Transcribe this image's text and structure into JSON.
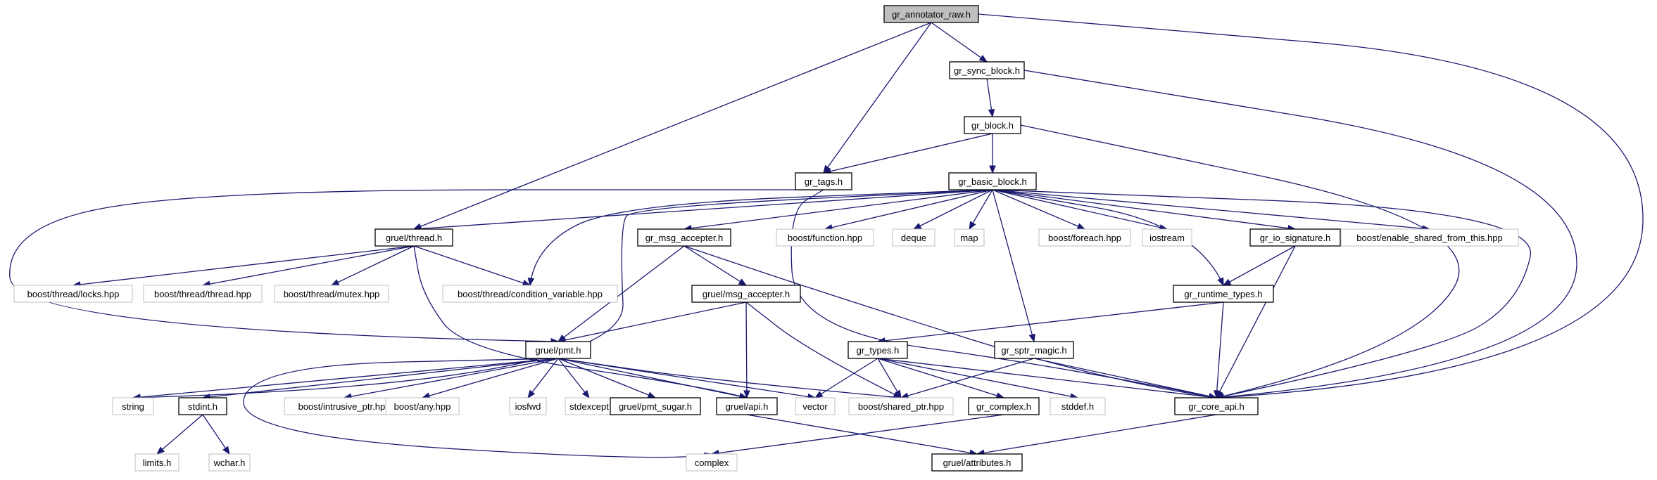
{
  "graph": {
    "nodes": [
      {
        "id": "root",
        "label": "gr_annotator_raw.h",
        "kind": "root"
      },
      {
        "id": "gr_sync_block",
        "label": "gr_sync_block.h",
        "kind": "bold"
      },
      {
        "id": "gr_block",
        "label": "gr_block.h",
        "kind": "bold"
      },
      {
        "id": "gr_tags",
        "label": "gr_tags.h",
        "kind": "bold"
      },
      {
        "id": "gr_basic_block",
        "label": "gr_basic_block.h",
        "kind": "bold"
      },
      {
        "id": "gruel_thread",
        "label": "gruel/thread.h",
        "kind": "bold"
      },
      {
        "id": "gr_msg_accepter",
        "label": "gr_msg_accepter.h",
        "kind": "bold"
      },
      {
        "id": "boost_function",
        "label": "boost/function.hpp",
        "kind": "grey"
      },
      {
        "id": "deque",
        "label": "deque",
        "kind": "grey"
      },
      {
        "id": "map",
        "label": "map",
        "kind": "grey"
      },
      {
        "id": "boost_foreach",
        "label": "boost/foreach.hpp",
        "kind": "grey"
      },
      {
        "id": "iostream",
        "label": "iostream",
        "kind": "grey"
      },
      {
        "id": "gr_io_signature",
        "label": "gr_io_signature.h",
        "kind": "bold"
      },
      {
        "id": "boost_esft",
        "label": "boost/enable_shared_from_this.hpp",
        "kind": "grey"
      },
      {
        "id": "boost_locks",
        "label": "boost/thread/locks.hpp",
        "kind": "grey"
      },
      {
        "id": "boost_thread",
        "label": "boost/thread/thread.hpp",
        "kind": "grey"
      },
      {
        "id": "boost_mutex",
        "label": "boost/thread/mutex.hpp",
        "kind": "grey"
      },
      {
        "id": "boost_condvar",
        "label": "boost/thread/condition_variable.hpp",
        "kind": "grey"
      },
      {
        "id": "gruel_msg_accepter",
        "label": "gruel/msg_accepter.h",
        "kind": "bold"
      },
      {
        "id": "gr_runtime_types",
        "label": "gr_runtime_types.h",
        "kind": "bold"
      },
      {
        "id": "gruel_pmt",
        "label": "gruel/pmt.h",
        "kind": "bold"
      },
      {
        "id": "gr_types",
        "label": "gr_types.h",
        "kind": "bold"
      },
      {
        "id": "gr_sptr_magic",
        "label": "gr_sptr_magic.h",
        "kind": "bold"
      },
      {
        "id": "string",
        "label": "string",
        "kind": "grey"
      },
      {
        "id": "stdint",
        "label": "stdint.h",
        "kind": "bold"
      },
      {
        "id": "boost_intrusive",
        "label": "boost/intrusive_ptr.hpp",
        "kind": "grey"
      },
      {
        "id": "boost_any",
        "label": "boost/any.hpp",
        "kind": "grey"
      },
      {
        "id": "iosfwd",
        "label": "iosfwd",
        "kind": "grey"
      },
      {
        "id": "stdexcept",
        "label": "stdexcept",
        "kind": "grey"
      },
      {
        "id": "gruel_pmt_sugar",
        "label": "gruel/pmt_sugar.h",
        "kind": "bold"
      },
      {
        "id": "gruel_api",
        "label": "gruel/api.h",
        "kind": "bold"
      },
      {
        "id": "vector",
        "label": "vector",
        "kind": "grey"
      },
      {
        "id": "boost_shared_ptr",
        "label": "boost/shared_ptr.hpp",
        "kind": "grey"
      },
      {
        "id": "gr_complex",
        "label": "gr_complex.h",
        "kind": "bold"
      },
      {
        "id": "stddef",
        "label": "stddef.h",
        "kind": "grey"
      },
      {
        "id": "gr_core_api",
        "label": "gr_core_api.h",
        "kind": "bold"
      },
      {
        "id": "limits",
        "label": "limits.h",
        "kind": "grey"
      },
      {
        "id": "wchar",
        "label": "wchar.h",
        "kind": "grey"
      },
      {
        "id": "complex",
        "label": "complex",
        "kind": "grey"
      },
      {
        "id": "gruel_attributes",
        "label": "gruel/attributes.h",
        "kind": "bold"
      }
    ],
    "edges": [
      [
        "root",
        "gr_sync_block"
      ],
      [
        "root",
        "gr_tags"
      ],
      [
        "root",
        "gruel_thread"
      ],
      [
        "root",
        "gr_core_api"
      ],
      [
        "gr_sync_block",
        "gr_block"
      ],
      [
        "gr_sync_block",
        "gr_core_api"
      ],
      [
        "gr_block",
        "gr_basic_block"
      ],
      [
        "gr_block",
        "gr_tags"
      ],
      [
        "gr_block",
        "gr_core_api"
      ],
      [
        "gr_tags",
        "gruel_pmt"
      ],
      [
        "gr_tags",
        "gr_core_api"
      ],
      [
        "gr_basic_block",
        "gruel_thread"
      ],
      [
        "gr_basic_block",
        "gr_msg_accepter"
      ],
      [
        "gr_basic_block",
        "boost_function"
      ],
      [
        "gr_basic_block",
        "deque"
      ],
      [
        "gr_basic_block",
        "map"
      ],
      [
        "gr_basic_block",
        "boost_foreach"
      ],
      [
        "gr_basic_block",
        "iostream"
      ],
      [
        "gr_basic_block",
        "gr_io_signature"
      ],
      [
        "gr_basic_block",
        "boost_esft"
      ],
      [
        "gr_basic_block",
        "boost_condvar"
      ],
      [
        "gr_basic_block",
        "gr_runtime_types"
      ],
      [
        "gr_basic_block",
        "gr_sptr_magic"
      ],
      [
        "gr_basic_block",
        "string"
      ],
      [
        "gr_basic_block",
        "gr_core_api"
      ],
      [
        "gruel_thread",
        "boost_locks"
      ],
      [
        "gruel_thread",
        "boost_thread"
      ],
      [
        "gruel_thread",
        "boost_mutex"
      ],
      [
        "gruel_thread",
        "boost_condvar"
      ],
      [
        "gruel_thread",
        "gruel_api"
      ],
      [
        "gr_msg_accepter",
        "gruel_msg_accepter"
      ],
      [
        "gr_msg_accepter",
        "gruel_pmt"
      ],
      [
        "gr_msg_accepter",
        "gr_core_api"
      ],
      [
        "gr_io_signature",
        "gr_runtime_types"
      ],
      [
        "gr_io_signature",
        "gr_core_api"
      ],
      [
        "gruel_msg_accepter",
        "gruel_pmt"
      ],
      [
        "gruel_msg_accepter",
        "gruel_api"
      ],
      [
        "gruel_msg_accepter",
        "boost_shared_ptr"
      ],
      [
        "gr_runtime_types",
        "gr_types"
      ],
      [
        "gr_runtime_types",
        "gr_core_api"
      ],
      [
        "gr_types",
        "vector"
      ],
      [
        "gr_types",
        "boost_shared_ptr"
      ],
      [
        "gr_types",
        "gr_complex"
      ],
      [
        "gr_types",
        "stddef"
      ],
      [
        "gr_types",
        "gr_core_api"
      ],
      [
        "gr_sptr_magic",
        "boost_shared_ptr"
      ],
      [
        "gr_sptr_magic",
        "gr_core_api"
      ],
      [
        "gruel_pmt",
        "string"
      ],
      [
        "gruel_pmt",
        "stdint"
      ],
      [
        "gruel_pmt",
        "boost_intrusive"
      ],
      [
        "gruel_pmt",
        "boost_any"
      ],
      [
        "gruel_pmt",
        "iosfwd"
      ],
      [
        "gruel_pmt",
        "stdexcept"
      ],
      [
        "gruel_pmt",
        "gruel_pmt_sugar"
      ],
      [
        "gruel_pmt",
        "gruel_api"
      ],
      [
        "gruel_pmt",
        "vector"
      ],
      [
        "gruel_pmt",
        "boost_shared_ptr"
      ],
      [
        "gruel_pmt",
        "complex"
      ],
      [
        "stdint",
        "limits"
      ],
      [
        "stdint",
        "wchar"
      ],
      [
        "gruel_api",
        "gruel_attributes"
      ],
      [
        "gr_complex",
        "complex"
      ],
      [
        "gr_core_api",
        "gruel_attributes"
      ]
    ],
    "colors": {
      "edge": "#191970",
      "grey_border": "#bfbfbf",
      "root_fill": "#bfbfbf"
    }
  }
}
